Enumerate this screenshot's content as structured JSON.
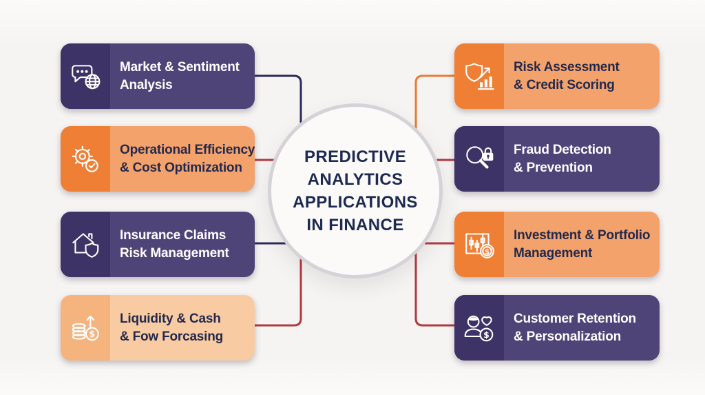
{
  "center": {
    "title_lines": [
      "PREDICTIVE",
      "ANALYTICS",
      "APPLICATIONS",
      "IN FINANCE"
    ]
  },
  "boxes": [
    {
      "id": "market-sentiment-analysis",
      "side": "left",
      "row": 1,
      "color": "purple",
      "icon": "chat-globe-icon",
      "line1": "Market & Sentiment",
      "line2": "Analysis",
      "connector_color": "navy"
    },
    {
      "id": "operational-efficiency",
      "side": "left",
      "row": 2,
      "color": "orange",
      "icon": "gear-check-icon",
      "line1": "Operational Efficiency",
      "line2": "& Cost Optimization",
      "connector_color": "red"
    },
    {
      "id": "insurance-claims",
      "side": "left",
      "row": 3,
      "color": "purple",
      "icon": "house-shield-icon",
      "line1": "Insurance Claims",
      "line2": "Risk Management",
      "connector_color": "navy"
    },
    {
      "id": "liquidity-cash",
      "side": "left",
      "row": 4,
      "color": "peach",
      "icon": "coins-arrow-icon",
      "line1": "Liquidity & Cash",
      "line2": "& Fow Forcasing",
      "connector_color": "red"
    },
    {
      "id": "risk-assessment",
      "side": "right",
      "row": 1,
      "color": "orange",
      "icon": "shield-chart-icon",
      "line1": "Risk Assessment",
      "line2": "& Credit Scoring",
      "connector_color": "orange"
    },
    {
      "id": "fraud-detection",
      "side": "right",
      "row": 2,
      "color": "purple",
      "icon": "search-lock-icon",
      "line1": "Fraud Detection",
      "line2": "& Prevention",
      "connector_color": "red"
    },
    {
      "id": "investment-portfolio",
      "side": "right",
      "row": 3,
      "color": "orange",
      "icon": "candlestick-dollar-icon",
      "line1": "Investment & Portfolio",
      "line2": "Management",
      "connector_color": "red"
    },
    {
      "id": "customer-retention",
      "side": "right",
      "row": 4,
      "color": "purple",
      "icon": "user-heart-dollar-icon",
      "line1": "Customer Retention",
      "line2": "& Personalization",
      "connector_color": "red"
    }
  ],
  "palette": {
    "purple_icon": "#3e3366",
    "purple_body": "#4f4478",
    "orange_icon": "#ee7f35",
    "orange_body": "#f3a26b",
    "peach_icon": "#f5b47e",
    "peach_body": "#f9cba3",
    "navy_text": "#1c2950",
    "line_navy": "#2b2c5a",
    "line_red": "#b03a40",
    "line_orange": "#e97a38",
    "circle_border": "#d5d3d7",
    "background": "#f6f4f2"
  }
}
